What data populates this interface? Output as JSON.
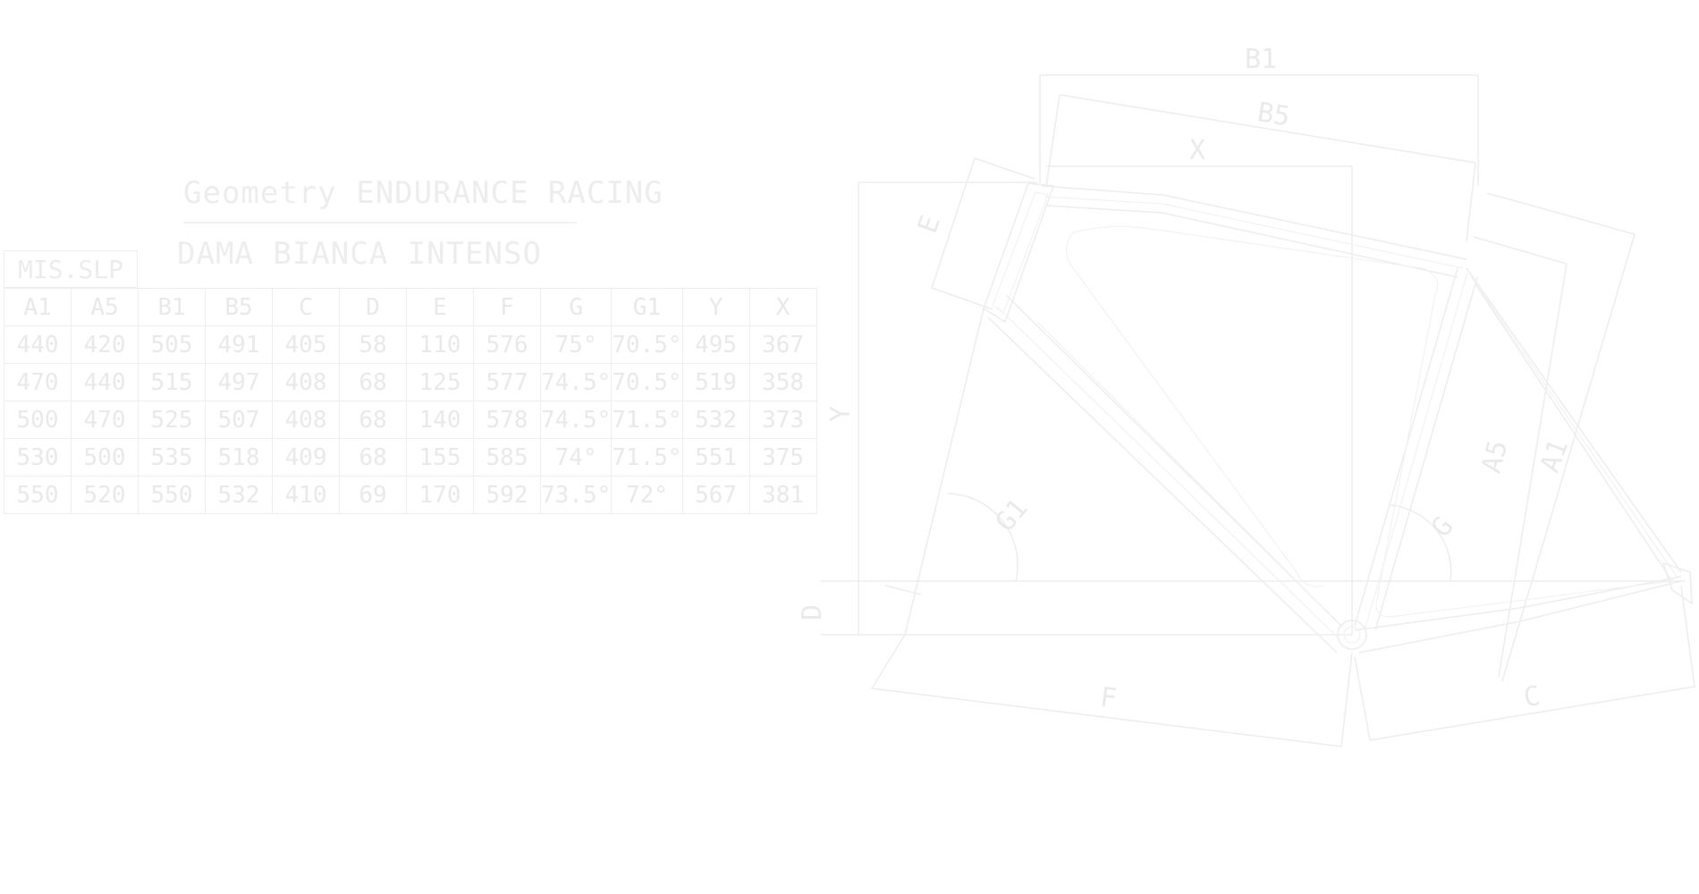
{
  "header": {
    "title": "Geometry ENDURANCE RACING",
    "model": "DAMA BIANCA INTENSO"
  },
  "table": {
    "size_label": "MIS.SLP",
    "columns": [
      "A1",
      "A5",
      "B1",
      "B5",
      "C",
      "D",
      "E",
      "F",
      "G",
      "G1",
      "Y",
      "X"
    ],
    "rows": [
      [
        "440",
        "420",
        "505",
        "491",
        "405",
        "58",
        "110",
        "576",
        "75°",
        "70.5°",
        "495",
        "367"
      ],
      [
        "470",
        "440",
        "515",
        "497",
        "408",
        "68",
        "125",
        "577",
        "74.5°",
        "70.5°",
        "519",
        "358"
      ],
      [
        "500",
        "470",
        "525",
        "507",
        "408",
        "68",
        "140",
        "578",
        "74.5°",
        "71.5°",
        "532",
        "373"
      ],
      [
        "530",
        "500",
        "535",
        "518",
        "409",
        "68",
        "155",
        "585",
        "74°",
        "71.5°",
        "551",
        "375"
      ],
      [
        "550",
        "520",
        "550",
        "532",
        "410",
        "69",
        "170",
        "592",
        "73.5°",
        "72°",
        "567",
        "381"
      ]
    ]
  },
  "diagram": {
    "labels": {
      "b1": "B1",
      "b5": "B5",
      "x": "X",
      "e": "E",
      "y": "Y",
      "g1": "G1",
      "g": "G",
      "a5": "A5",
      "a1": "A1",
      "d": "D",
      "f": "F",
      "c": "C"
    },
    "line_color": "#ededed"
  }
}
